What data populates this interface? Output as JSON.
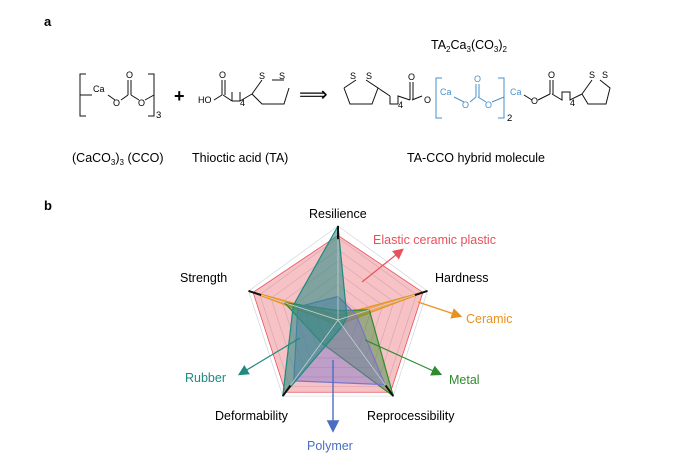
{
  "panel_a": {
    "label": "a",
    "formula_top": {
      "main": "TA",
      "s1": "2",
      "m2": "Ca",
      "s2": "3",
      "m3": "(CO",
      "s3": "3",
      "m4": ")",
      "s4": "2"
    },
    "cco_caption": {
      "p1": "(CaCO",
      "sub1": "3",
      "p2": ")",
      "sub2": "3",
      "p3": " (CCO)"
    },
    "ta_caption": "Thioctic acid (TA)",
    "hybrid_caption": "TA-CCO hybrid molecule",
    "atoms": {
      "ca": "Ca",
      "o": "O",
      "ho": "HO",
      "s": "S",
      "sub4": "4",
      "sub3": "3",
      "sub2": "2",
      "plus": "+",
      "arrow": "⟹"
    },
    "colors": {
      "blue_part": "#4a90c8",
      "black": "#111111"
    }
  },
  "panel_b": {
    "label": "b",
    "axes": [
      "Resilience",
      "Hardness",
      "Reprocessibility",
      "Deformability",
      "Strength"
    ],
    "category_labels": {
      "elastic": "Elastic ceramic plastic",
      "ceramic": "Ceramic",
      "metal": "Metal",
      "polymer": "Polymer",
      "rubber": "Rubber"
    },
    "colors": {
      "elastic": "#e8505b",
      "ceramic": "#e8921e",
      "metal": "#2e8b2e",
      "polymer": "#4a6fc1",
      "rubber": "#1f8a80",
      "grid": "#cfd6dc"
    }
  },
  "chart_data": {
    "type": "radar",
    "axes": [
      "Resilience",
      "Hardness",
      "Reprocessibility",
      "Deformability",
      "Strength"
    ],
    "scale": [
      0,
      1
    ],
    "grid_levels": 8,
    "series": [
      {
        "name": "Elastic ceramic plastic",
        "values": [
          0.9,
          0.95,
          0.95,
          0.95,
          0.95
        ],
        "color": "#e8505b"
      },
      {
        "name": "Ceramic",
        "values": [
          0.05,
          1.0,
          0.05,
          0.05,
          1.0
        ],
        "color": "#e8921e"
      },
      {
        "name": "Metal",
        "values": [
          0.1,
          0.35,
          1.0,
          0.3,
          0.6
        ],
        "color": "#2e8b2e"
      },
      {
        "name": "Polymer",
        "values": [
          0.25,
          0.2,
          0.85,
          0.8,
          0.45
        ],
        "color": "#7b74c9"
      },
      {
        "name": "Rubber",
        "values": [
          1.0,
          0.1,
          0.08,
          1.0,
          0.5
        ],
        "color": "#1f8a80"
      }
    ]
  }
}
